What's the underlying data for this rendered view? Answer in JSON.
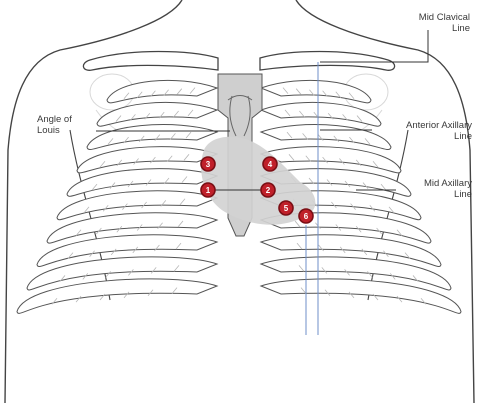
{
  "labels": {
    "mid_clavical_line": {
      "line1": "Mid Clavical",
      "line2": "Line"
    },
    "angle_of_louis": {
      "line1": "Angle of",
      "line2": "Louis"
    },
    "anterior_axillary_line": {
      "line1": "Anterior Axillary",
      "line2": "Line"
    },
    "mid_axillary_line": {
      "line1": "Mid Axillary",
      "line2": "Line"
    }
  },
  "electrodes": [
    {
      "label": "1"
    },
    {
      "label": "2"
    },
    {
      "label": "3"
    },
    {
      "label": "4"
    },
    {
      "label": "5"
    },
    {
      "label": "6"
    }
  ],
  "colors": {
    "electrode_fill": "#c0202a",
    "electrode_ring": "#7a0e14",
    "sternum_heart_fill": "#cfcfcf",
    "outline": "#333333",
    "axillary_guide": "#6f8fc8"
  }
}
